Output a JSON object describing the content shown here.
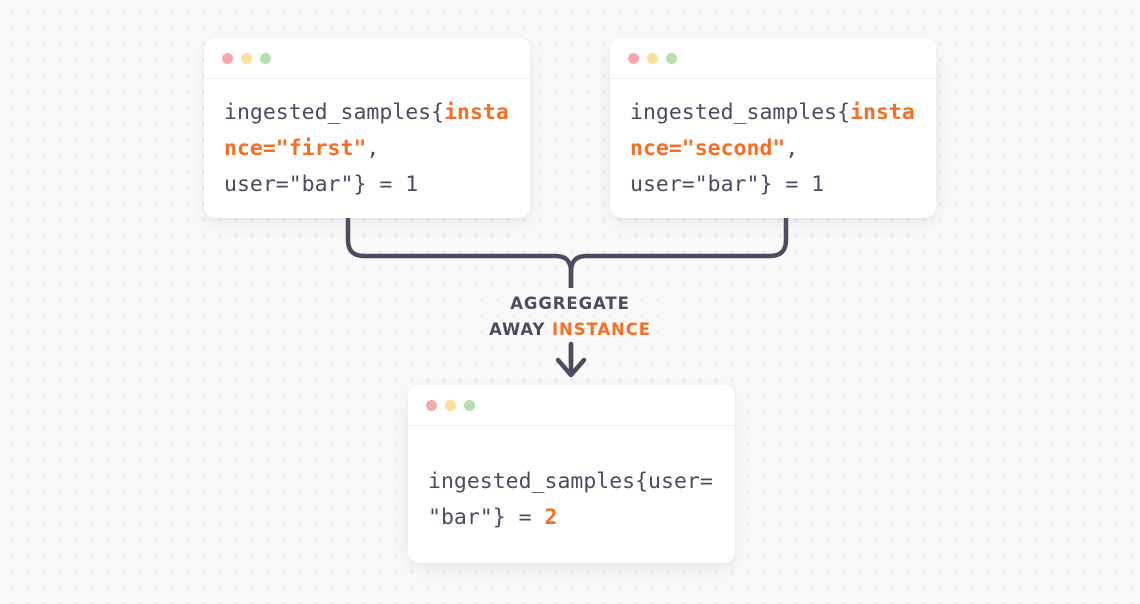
{
  "diagram": {
    "title": "Aggregate away instance",
    "accent_color": "#f96e23",
    "text_color": "#4c4c60",
    "background_color": "#fafafb",
    "traffic_light_colors": {
      "red": "#f9a8aa",
      "yellow": "#fbdf9b",
      "green": "#b5dfac"
    }
  },
  "cards": {
    "first": {
      "metric": "ingested_samples",
      "open_brace": "{",
      "highlight": "instance=\"first\"",
      "comma": ",",
      "rest": "user=\"bar\"} = 1",
      "full_text": "ingested_samples{instance=\"first\", user=\"bar\"} = 1"
    },
    "second": {
      "metric": "ingested_samples",
      "open_brace": "{",
      "highlight": "instance=\"second\"",
      "comma": ",",
      "rest": "user=\"bar\"} = 1",
      "full_text": "ingested_samples{instance=\"second\", user=\"bar\"} = 1"
    },
    "result": {
      "metric": "ingested_samples",
      "expr": "{user=\"bar\"} = ",
      "value": "2",
      "full_text": "ingested_samples{user=\"bar\"} = 2"
    }
  },
  "operation_label": {
    "line1": "AGGREGATE",
    "line2_prefix": "AWAY ",
    "line2_accent": "INSTANCE"
  },
  "icons": {
    "traffic_light_red": "window-close-dot-icon",
    "traffic_light_yellow": "window-minimize-dot-icon",
    "traffic_light_green": "window-maximize-dot-icon",
    "arrow": "arrow-down-icon",
    "merge": "merge-connector-icon"
  }
}
